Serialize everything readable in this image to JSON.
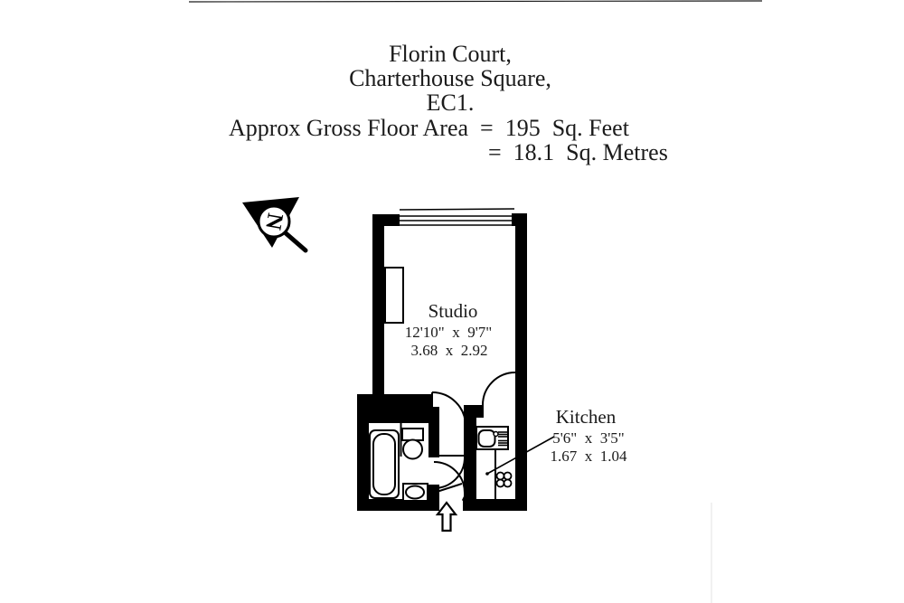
{
  "header": {
    "line1": "Florin Court,",
    "line2": "Charterhouse Square,",
    "line3": "EC1.",
    "area_imperial": "Approx Gross Floor Area  =  195  Sq. Feet",
    "area_metric": "=  18.1  Sq. Metres"
  },
  "plan": {
    "rooms": [
      {
        "name": "Studio",
        "dims_imperial": "12'10\"  x  9'7\"",
        "dims_metric": "3.68  x  2.92"
      },
      {
        "name": "Kitchen",
        "dims_imperial": "5'6\"  x  3'5\"",
        "dims_metric": "1.67  x  1.04"
      }
    ],
    "north": {
      "letter": "N"
    },
    "colors": {
      "ink": "#000000",
      "background": "#ffffff"
    }
  }
}
